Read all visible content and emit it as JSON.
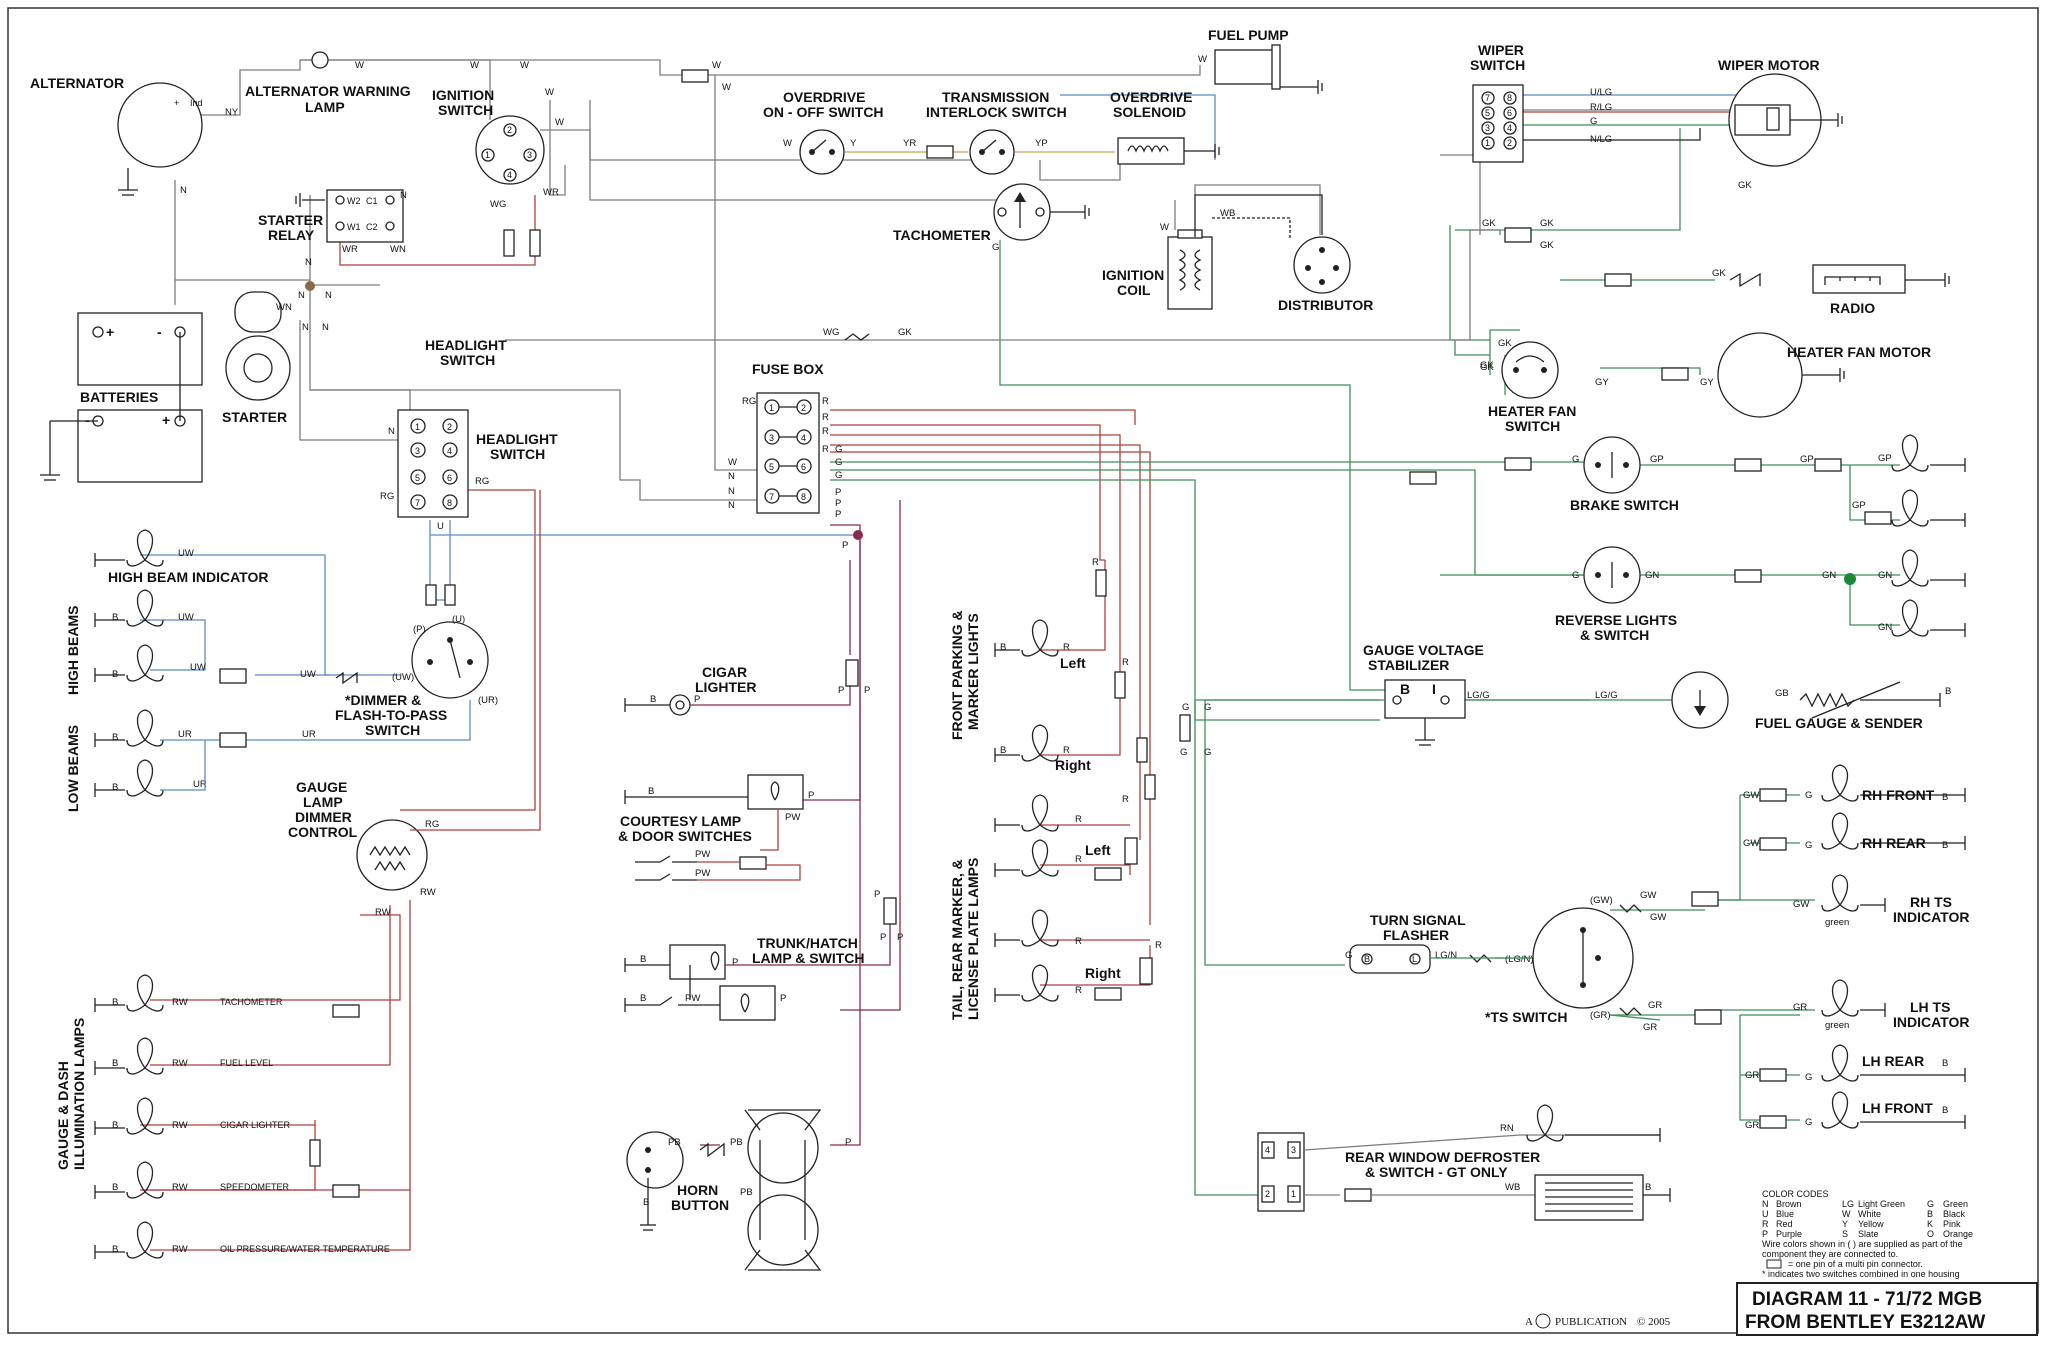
{
  "components": {
    "alternator": "ALTERNATOR",
    "alt_warning_lamp": "ALTERNATOR WARNING LAMP",
    "ignition_switch": "IGNITION SWITCH",
    "fuel_pump": "FUEL PUMP",
    "wiper_switch": "WIPER SWITCH",
    "wiper_motor": "WIPER MOTOR",
    "overdrive_switch": "OVERDRIVE ON - OFF SWITCH",
    "trans_interlock": "TRANSMISSION INTERLOCK SWITCH",
    "overdrive_solenoid": "OVERDRIVE SOLENOID",
    "starter_relay": "STARTER RELAY",
    "tachometer": "TACHOMETER",
    "ignition_coil": "IGNITION COIL",
    "distributor": "DISTRIBUTOR",
    "radio": "RADIO",
    "heater_fan_motor": "HEATER FAN MOTOR",
    "heater_fan_switch": "HEATER FAN SWITCH",
    "batteries": "BATTERIES",
    "starter": "STARTER",
    "headlight_switch_a": "HEADLIGHT SWITCH",
    "headlight_switch_b": "HEADLIGHT SWITCH",
    "fuse_box": "FUSE BOX",
    "brake_switch": "BRAKE SWITCH",
    "reverse_lights": "REVERSE LIGHTS & SWITCH",
    "high_beam_indicator": "HIGH BEAM INDICATOR",
    "high_beams": "HIGH BEAMS",
    "low_beams": "LOW BEAMS",
    "dimmer": "*DIMMER & FLASH-TO-PASS SWITCH",
    "gauge_lamp_dimmer": "GAUGE LAMP DIMMER CONTROL",
    "cigar_lighter": "CIGAR LIGHTER",
    "courtesy_lamp": "COURTESY LAMP & DOOR SWITCHES",
    "trunk_lamp": "TRUNK/HATCH LAMP & SWITCH",
    "front_parking": "FRONT PARKING & MARKER LIGHTS",
    "tail_rear": "TAIL, REAR MARKER, & LICENSE PLATE LAMPS",
    "gauge_voltage_stabilizer": "GAUGE VOLTAGE STABILIZER",
    "fuel_gauge": "FUEL GAUGE & SENDER",
    "turn_signal_flasher": "TURN SIGNAL FLASHER",
    "ts_switch": "*TS SWITCH",
    "rh_ts_indicator": "RH TS INDICATOR",
    "lh_ts_indicator": "LH TS INDICATOR",
    "gauge_dash": "GAUGE & DASH ILLUMINATION LAMPS",
    "horn_button": "HORN BUTTON",
    "rear_defroster": "REAR WINDOW DEFROSTER & SWITCH - GT ONLY"
  },
  "lamps": {
    "left": "Left",
    "right": "Right",
    "rh_front": "RH FRONT",
    "rh_rear": "RH REAR",
    "lh_rear": "LH REAR",
    "lh_front": "LH FRONT",
    "tachometer": "TACHOMETER",
    "fuel_level": "FUEL LEVEL",
    "cigar_lighter": "CIGAR LIGHTER",
    "speedometer": "SPEEDOMETER",
    "oil_water": "OIL PRESSURE/WATER TEMPERATURE",
    "green": "green"
  },
  "legend": {
    "title": "COLOR CODES",
    "rows": [
      [
        "N",
        "Brown",
        "LG",
        "Light Green",
        "G",
        "Green"
      ],
      [
        "U",
        "Blue",
        "W",
        "White",
        "B",
        "Black"
      ],
      [
        "R",
        "Red",
        "Y",
        "Yellow",
        "K",
        "Pink"
      ],
      [
        "P",
        "Purple",
        "S",
        "Slate",
        "O",
        "Orange"
      ]
    ],
    "note1": "Wire colors shown in ( ) are supplied as part of the",
    "note2": "component they are connected to.",
    "note3": "= one pin of a multi pin connector.",
    "note4": "* indicates two switches combined in one housing"
  },
  "footer": {
    "publisher": "A",
    "publisher_rest": "PUBLICATION",
    "copyright": "© 2005",
    "title_line1": "DIAGRAM 11 - 71/72 MGB",
    "title_line2": "FROM BENTLEY E3212AW"
  },
  "colors": {
    "brown": "#7d7d7d",
    "red": "#b0413a",
    "green": "#3f8f5a",
    "blue": "#5b8bc7",
    "purple": "#8a2b4e",
    "green_dot": "#1a8a3a"
  }
}
